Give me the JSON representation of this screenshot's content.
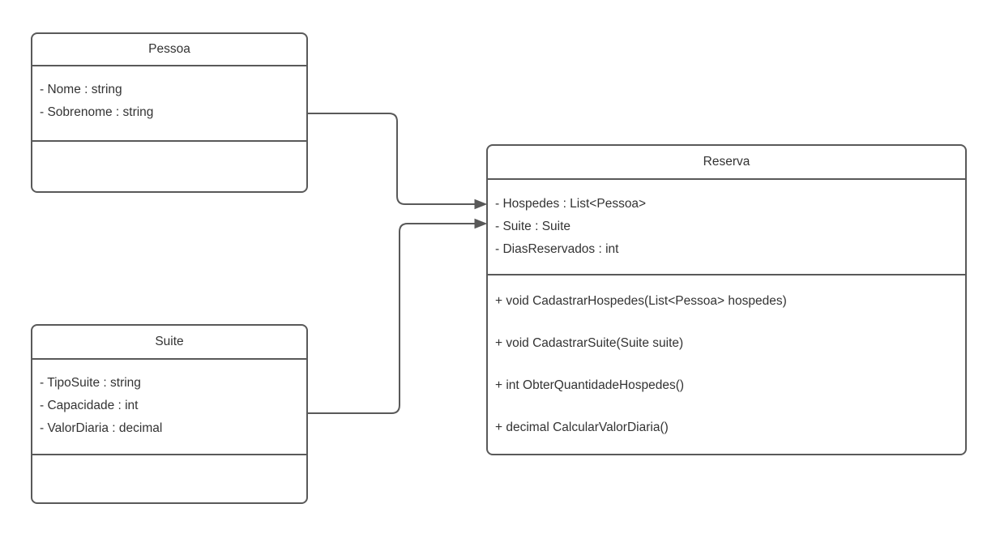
{
  "diagram": {
    "type": "uml-class-diagram",
    "colors": {
      "stroke": "#595959",
      "text": "#333333",
      "background": "#ffffff"
    },
    "classes": [
      {
        "name": "Pessoa",
        "attributes": [
          "- Nome : string",
          "- Sobrenome : string"
        ],
        "methods": []
      },
      {
        "name": "Suite",
        "attributes": [
          "- TipoSuite : string",
          "- Capacidade : int",
          "- ValorDiaria : decimal"
        ],
        "methods": []
      },
      {
        "name": "Reserva",
        "attributes": [
          "- Hospedes : List<Pessoa>",
          "- Suite : Suite",
          "- DiasReservados : int"
        ],
        "methods": [
          "+ void CadastrarHospedes(List<Pessoa> hospedes)",
          "+ void CadastrarSuite(Suite suite)",
          "+ int ObterQuantidadeHospedes()",
          "+ decimal CalcularValorDiaria()"
        ]
      }
    ],
    "connections": [
      {
        "from": "Pessoa",
        "to": "Reserva",
        "arrow": "open-triangle"
      },
      {
        "from": "Suite",
        "to": "Reserva",
        "arrow": "open-triangle"
      }
    ]
  }
}
